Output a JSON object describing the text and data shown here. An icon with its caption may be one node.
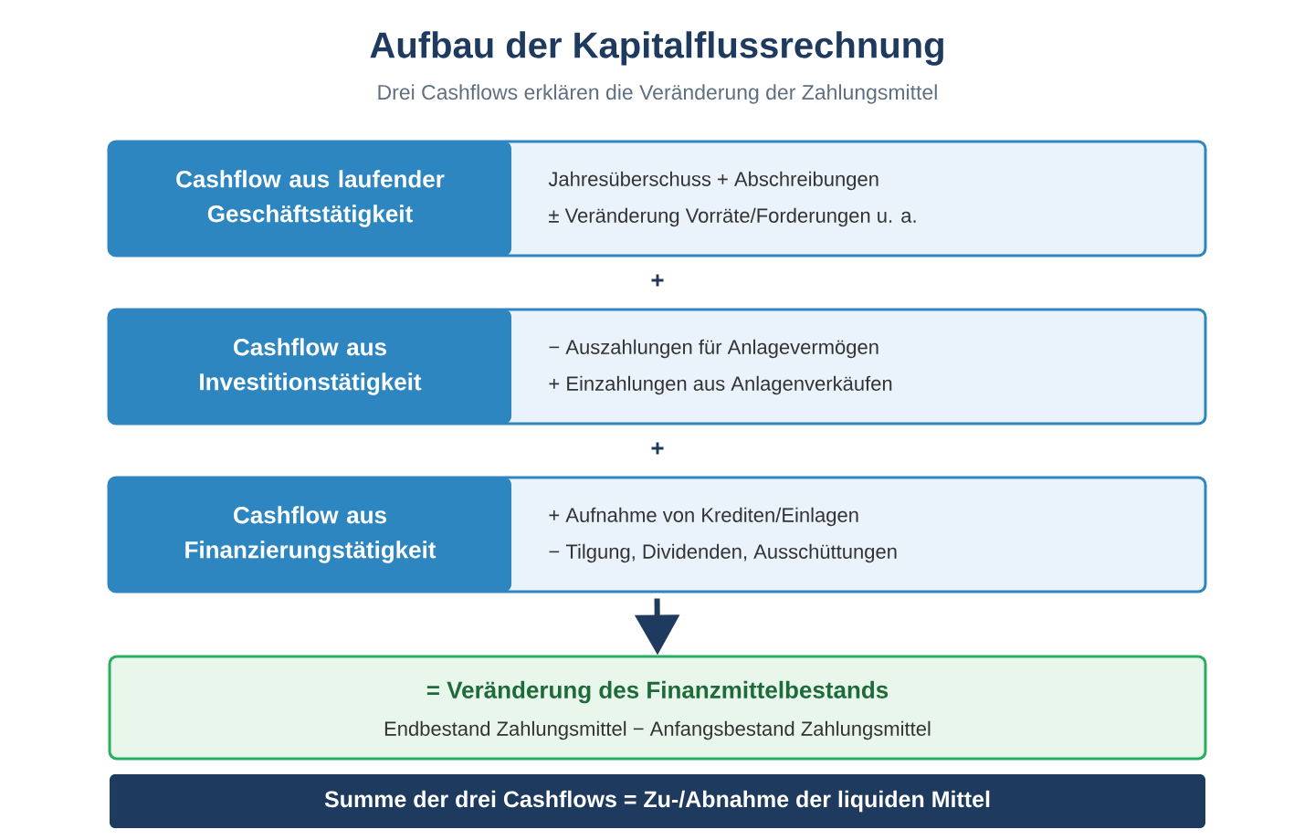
{
  "diagram": {
    "title": "Aufbau der Kapitalflussrechnung",
    "nodes": [
      {
        "text": [
          "Jahresüberschuss + Abschreibungen",
          "± Veränderung Vorräte/Forderungen u. a."
        ]
      },
      {
        "text": [
          "Cashflow aus laufender Geschäftstätigkeit"
        ],
        "in": 0
      },
      {
        "text": [
          "− Auszahlungen für Anlagevermögen",
          "+ Einzahlungen aus Anlagenverkäufen"
        ]
      },
      {
        "text": [
          "Cashflow aus Investitionstätigkeit"
        ],
        "in": 2
      },
      {
        "text": [
          "+ Aufnahme von Krediten/Einlagen",
          "− Tilgung, Dividenden, Ausschüttungen"
        ]
      },
      {
        "text": [
          "Cashflow aus Finanzierungstätigkeit"
        ],
        "in": 4
      },
      {
        "text": [
          "= Veränderung des Finanzmittelbestands",
          "Endbestand Zahlungsmittel − Anfangsbestand Zahlungsmittel"
        ]
      },
      {
        "text": [
          "Summe der drei Cashflows = Zu-/Abnahme der liquiden Mittel"
        ]
      }
    ],
    "edges": [
      {
        "from": 4,
        "to": 6,
        "arrow": "to"
      }
    ],
    "labels": [
      "Drei Cashflows erklären die Veränderung der Zahlungsmittel",
      "+",
      "+"
    ]
  }
}
